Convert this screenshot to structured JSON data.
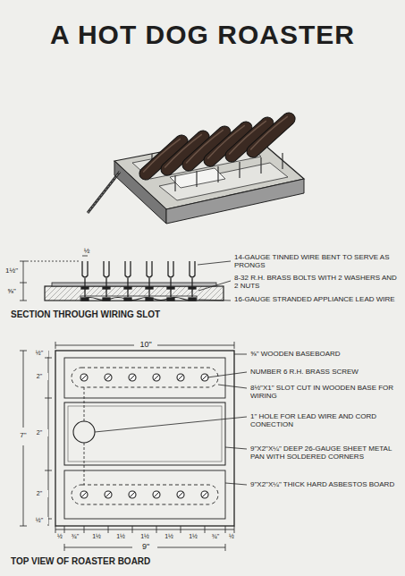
{
  "diagram": {
    "title": "A HOT DOG ROASTER",
    "labels": [
      "14-GAUGE TINNED WIRE BENT TO SERVE AS PRONGS",
      "8-32 R.H. BRASS BOLTS WITH 2 WASHERS AND 2 NUTS",
      "16-GAUGE STRANDED APPLIANCE LEAD WIRE",
      "½",
      "1½\"",
      "⅝\"",
      "SECTION THROUGH WIRING SLOT",
      "10\"",
      "⅝\" WOODEN BASEBOARD",
      "NUMBER 6 R.H. BRASS SCREW",
      "8½\"X1\" SLOT CUT IN WOODEN BASE FOR WIRING",
      "1\" HOLE FOR LEAD WIRE AND CORD CONECTION",
      "9\"X2\"X¼\" DEEP 26-GAUGE SHEET METAL PAN WITH SOLDERED CORNERS",
      "9\"X2\"X¼\" THICK HARD ASBESTOS BOARD",
      "7\"",
      "½\"",
      "2\"",
      "2\"",
      "2\"",
      "½\"",
      "½",
      "¾\"",
      "1½",
      "1½",
      "1½",
      "1½",
      "1½",
      "¾\"",
      "½",
      "9\"",
      "TOP VIEW OF ROASTER BOARD"
    ]
  }
}
